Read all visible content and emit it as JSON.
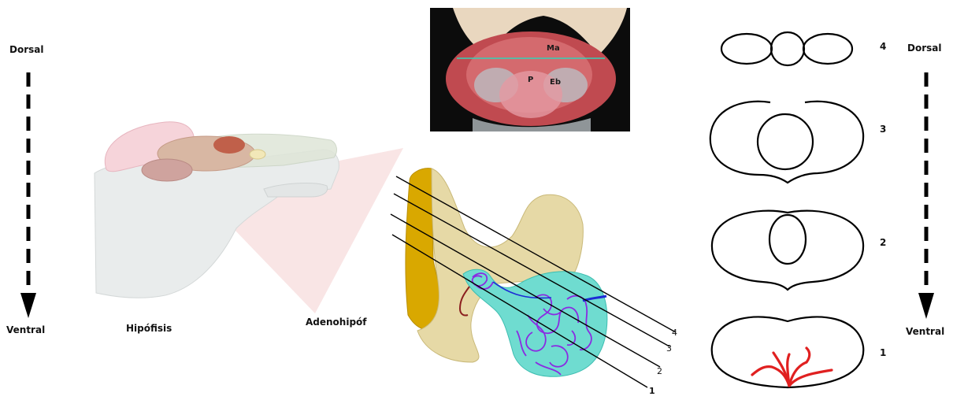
{
  "left_axis": {
    "top_label": "Dorsal",
    "bottom_label": "Ventral"
  },
  "right_axis": {
    "top_label": "Dorsal",
    "bottom_label": "Ventral"
  },
  "head_figure": {
    "label": "Hipófisis"
  },
  "section_figure": {
    "label": "Adenohipóf",
    "cut_lines": [
      "4",
      "3",
      "2",
      "1"
    ]
  },
  "photo": {
    "labels": [
      "Ma",
      "P",
      "Eb"
    ]
  },
  "cross_sections": [
    {
      "number": "4"
    },
    {
      "number": "3"
    },
    {
      "number": "2"
    },
    {
      "number": "1"
    }
  ],
  "colors": {
    "arrow": "#000000",
    "bone": "#d9a800",
    "gland_tan": "#e6d9a6",
    "gland_cyan": "#6fdcd0",
    "vessels": "#8a2be2",
    "red_vessels": "#e02020",
    "projection": "#f4cfcf"
  }
}
